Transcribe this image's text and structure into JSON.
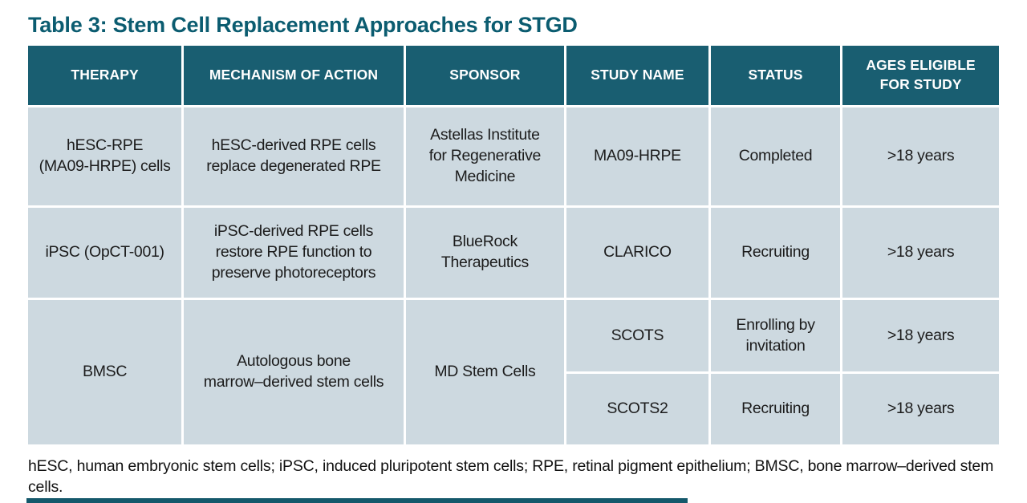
{
  "title": "Table 3: Stem Cell Replacement Approaches for STGD",
  "colors": {
    "header_background": "#195e71",
    "cell_background": "#cdd9e0",
    "title_text": "#0b5c70",
    "header_text": "#ffffff",
    "body_text": "#1c1c1c"
  },
  "table": {
    "headers": {
      "therapy": "THERAPY",
      "mechanism": "MECHANISM OF ACTION",
      "sponsor": "SPONSOR",
      "study_name": "STUDY NAME",
      "status": "STATUS",
      "ages": "AGES ELIGIBLE\nFOR STUDY"
    },
    "row1": {
      "therapy": "hESC-RPE\n(MA09-HRPE) cells",
      "mechanism": "hESC-derived RPE cells\nreplace degenerated RPE",
      "sponsor": "Astellas Institute\nfor Regenerative\nMedicine",
      "study_name": "MA09-HRPE",
      "status": "Completed",
      "ages": ">18 years"
    },
    "row2": {
      "therapy": "iPSC (OpCT-001)",
      "mechanism": "iPSC-derived RPE cells\nrestore RPE function to\npreserve photoreceptors",
      "sponsor": "BlueRock\nTherapeutics",
      "study_name": "CLARICO",
      "status": "Recruiting",
      "ages": ">18 years"
    },
    "row3": {
      "therapy": "BMSC",
      "mechanism": "Autologous bone\nmarrow–derived stem cells",
      "sponsor": "MD Stem Cells",
      "subrows": [
        {
          "study_name": "SCOTS",
          "status": "Enrolling by\ninvitation",
          "ages": ">18 years"
        },
        {
          "study_name": "SCOTS2",
          "status": "Recruiting",
          "ages": ">18 years"
        }
      ]
    }
  },
  "footnote": "hESC, human embryonic stem cells;  iPSC, induced pluripotent stem cells; RPE, retinal pigment epithelium; BMSC, bone marrow–derived stem cells."
}
